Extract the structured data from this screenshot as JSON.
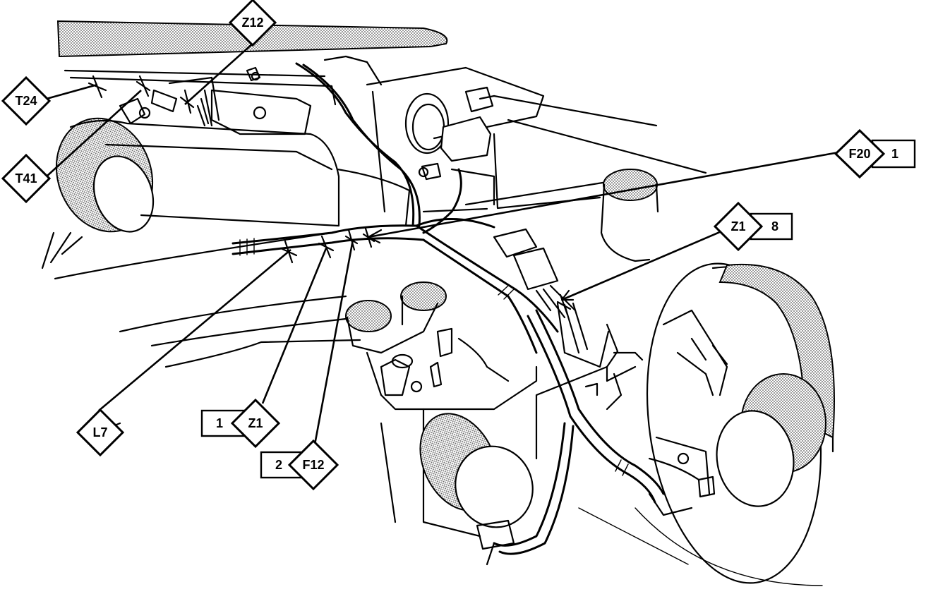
{
  "callouts": [
    {
      "id": "T24",
      "code": "T24",
      "pin": ""
    },
    {
      "id": "Z12",
      "code": "Z12",
      "pin": ""
    },
    {
      "id": "T41",
      "code": "T41",
      "pin": ""
    },
    {
      "id": "F20",
      "code": "F20",
      "pin": "1"
    },
    {
      "id": "Z1_right",
      "code": "Z1",
      "pin": "8"
    },
    {
      "id": "L7",
      "code": "L7",
      "pin": ""
    },
    {
      "id": "Z1_bottom",
      "code": "Z1",
      "pin": "1"
    },
    {
      "id": "F12",
      "code": "F12",
      "pin": "2"
    }
  ],
  "colors": {
    "ink": "#000000",
    "paper": "#ffffff",
    "stipple": "#9a9a9a"
  }
}
